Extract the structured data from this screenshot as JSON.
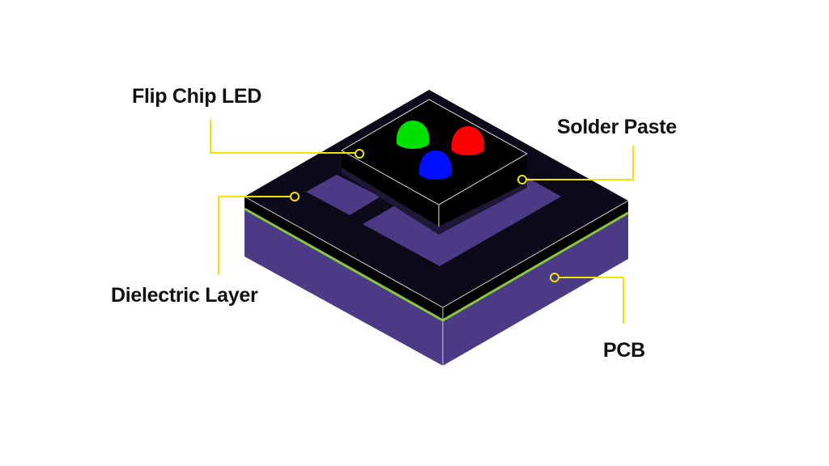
{
  "labels": {
    "flip_chip_led": "Flip Chip LED",
    "solder_paste": "Solder Paste",
    "dielectric_layer": "Dielectric Layer",
    "pcb": "PCB"
  },
  "colors": {
    "pcb": "#4b3a85",
    "dielectric": "#0c0a18",
    "chip": "#000000",
    "pad": "#4b3a85",
    "green_line": "#8cc63f",
    "callout": "#f2e600",
    "led_green": "#00e000",
    "led_red": "#ff0000",
    "led_blue": "#0010ff"
  }
}
